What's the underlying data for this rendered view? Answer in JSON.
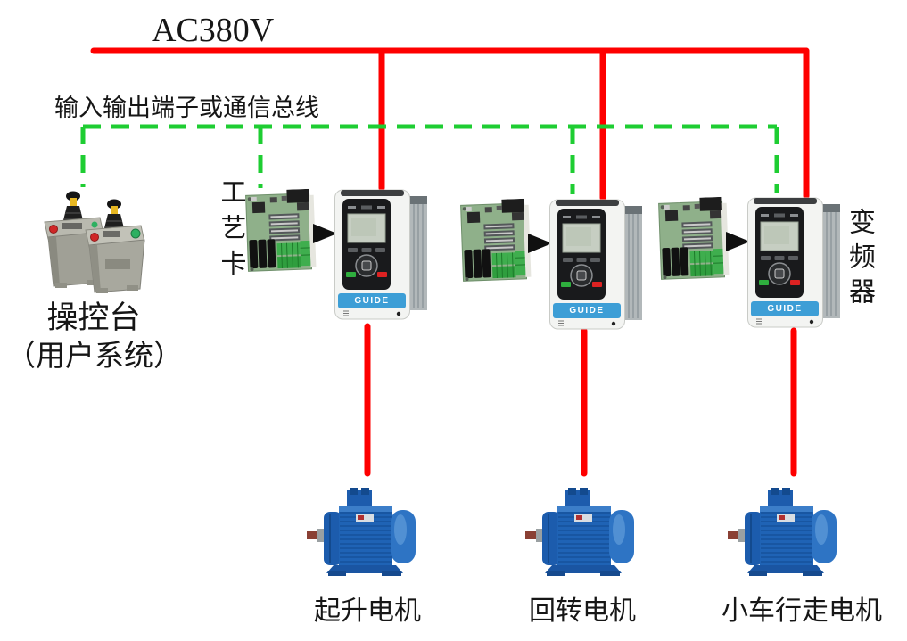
{
  "diagram": {
    "power_label": "AC380V",
    "bus_label": "输入输出端子或通信总线",
    "process_card_label": "工艺卡",
    "inverter_label": "变频器",
    "inverter_brand": "GUIDE",
    "console": {
      "label": "操控台",
      "sublabel": "（用户系统）"
    },
    "motors": [
      {
        "label": "起升电机"
      },
      {
        "label": "回转电机"
      },
      {
        "label": "小车行走电机"
      }
    ],
    "colors": {
      "power_line": "#fe0000",
      "comm_line": "#1ecd32"
    }
  }
}
